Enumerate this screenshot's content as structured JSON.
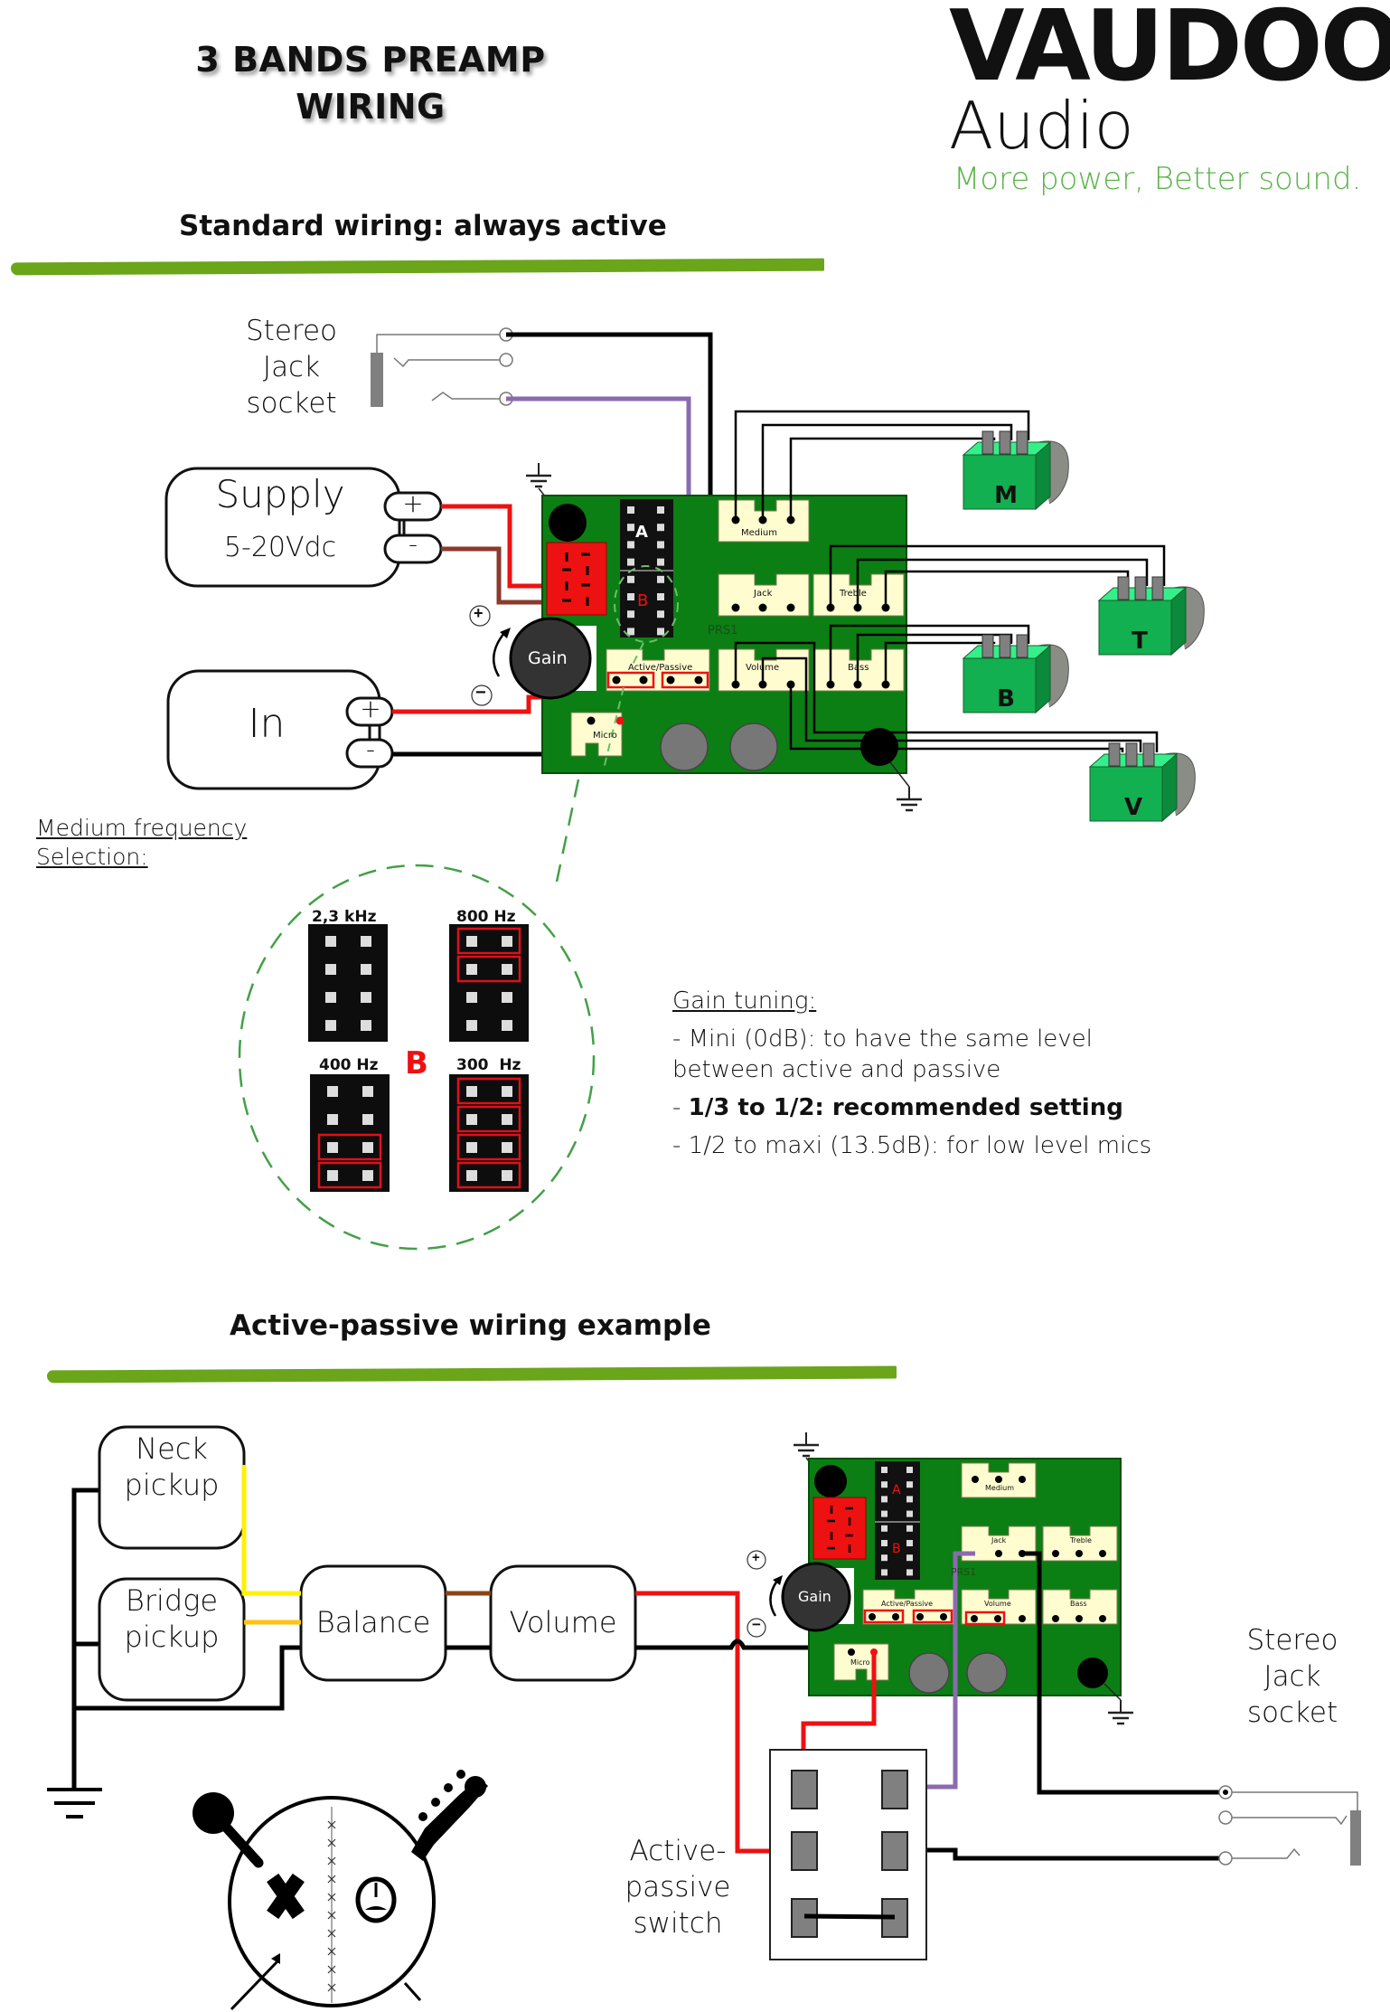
{
  "header": {
    "title_line1": "3 BANDS PREAMP",
    "title_line2": "WIRING"
  },
  "brand": {
    "name": "VAUDOO",
    "sub": "Audio",
    "tagline": "More power, Better sound.",
    "tagline_color": "#5bb44a"
  },
  "section_standard": {
    "title": "Standard wiring: always active",
    "jack_label": [
      "Stereo",
      "Jack",
      "socket"
    ],
    "supply": {
      "title": "Supply",
      "voltage": "5-20Vdc",
      "plus": "+",
      "minus": "-"
    },
    "input": {
      "title": "In",
      "plus": "+",
      "minus": "-"
    },
    "gain_knob": "Gain",
    "gain_plus": "+",
    "gain_minus": "−",
    "pcb": {
      "ref": "PRS1",
      "header_a": "A",
      "header_b": "B",
      "connectors": [
        "Medium",
        "Jack",
        "Treble",
        "Active/Passive",
        "Volume",
        "Bass",
        "Micro"
      ]
    },
    "pots": [
      "M",
      "T",
      "B",
      "V"
    ],
    "medium_freq_label": [
      "Medium frequency",
      "Selection:"
    ],
    "freq_selection": {
      "bank_label": "B",
      "options": [
        {
          "label": "2,3 kHz",
          "jumpers": []
        },
        {
          "label": "800 Hz",
          "jumpers": [
            1,
            2
          ]
        },
        {
          "label": "400 Hz",
          "jumpers": [
            3,
            4
          ]
        },
        {
          "label": "300  Hz",
          "jumpers": [
            1,
            2,
            3,
            4
          ]
        }
      ]
    },
    "gain_tuning": {
      "title": "Gain tuning:",
      "items": [
        {
          "text": "- Mini (0dB): to have the same level between active and passive",
          "bold": false
        },
        {
          "prefix": "- ",
          "text": "1/3 to 1/2: recommended setting",
          "bold": true
        },
        {
          "text": "- 1/2 to maxi (13.5dB): for low level mics",
          "bold": false
        }
      ]
    }
  },
  "section_active_passive": {
    "title": "Active-passive wiring example",
    "neck_pickup": [
      "Neck",
      "pickup"
    ],
    "bridge_pickup": [
      "Bridge",
      "pickup"
    ],
    "balance": "Balance",
    "volume": "Volume",
    "switch_label": [
      "Active-",
      "passive",
      "switch"
    ],
    "jack_label": [
      "Stereo",
      "Jack",
      "socket"
    ],
    "gain_knob": "Gain",
    "pcb": {
      "ref": "PRS1",
      "header_a": "A",
      "header_b": "B",
      "connectors": [
        "Medium",
        "Jack",
        "Treble",
        "Active/Passive",
        "Volume",
        "Bass",
        "Micro"
      ]
    }
  },
  "colors": {
    "pcb_green": "#0b7f14",
    "pot_green": "#12b050",
    "wire_red": "#ee1111",
    "wire_brown": "#8b3a2b",
    "wire_purple": "#8a6bb0",
    "wire_yellow": "#fff200",
    "wire_orange": "#ffc20e",
    "accent_green": "#6aa51a"
  }
}
